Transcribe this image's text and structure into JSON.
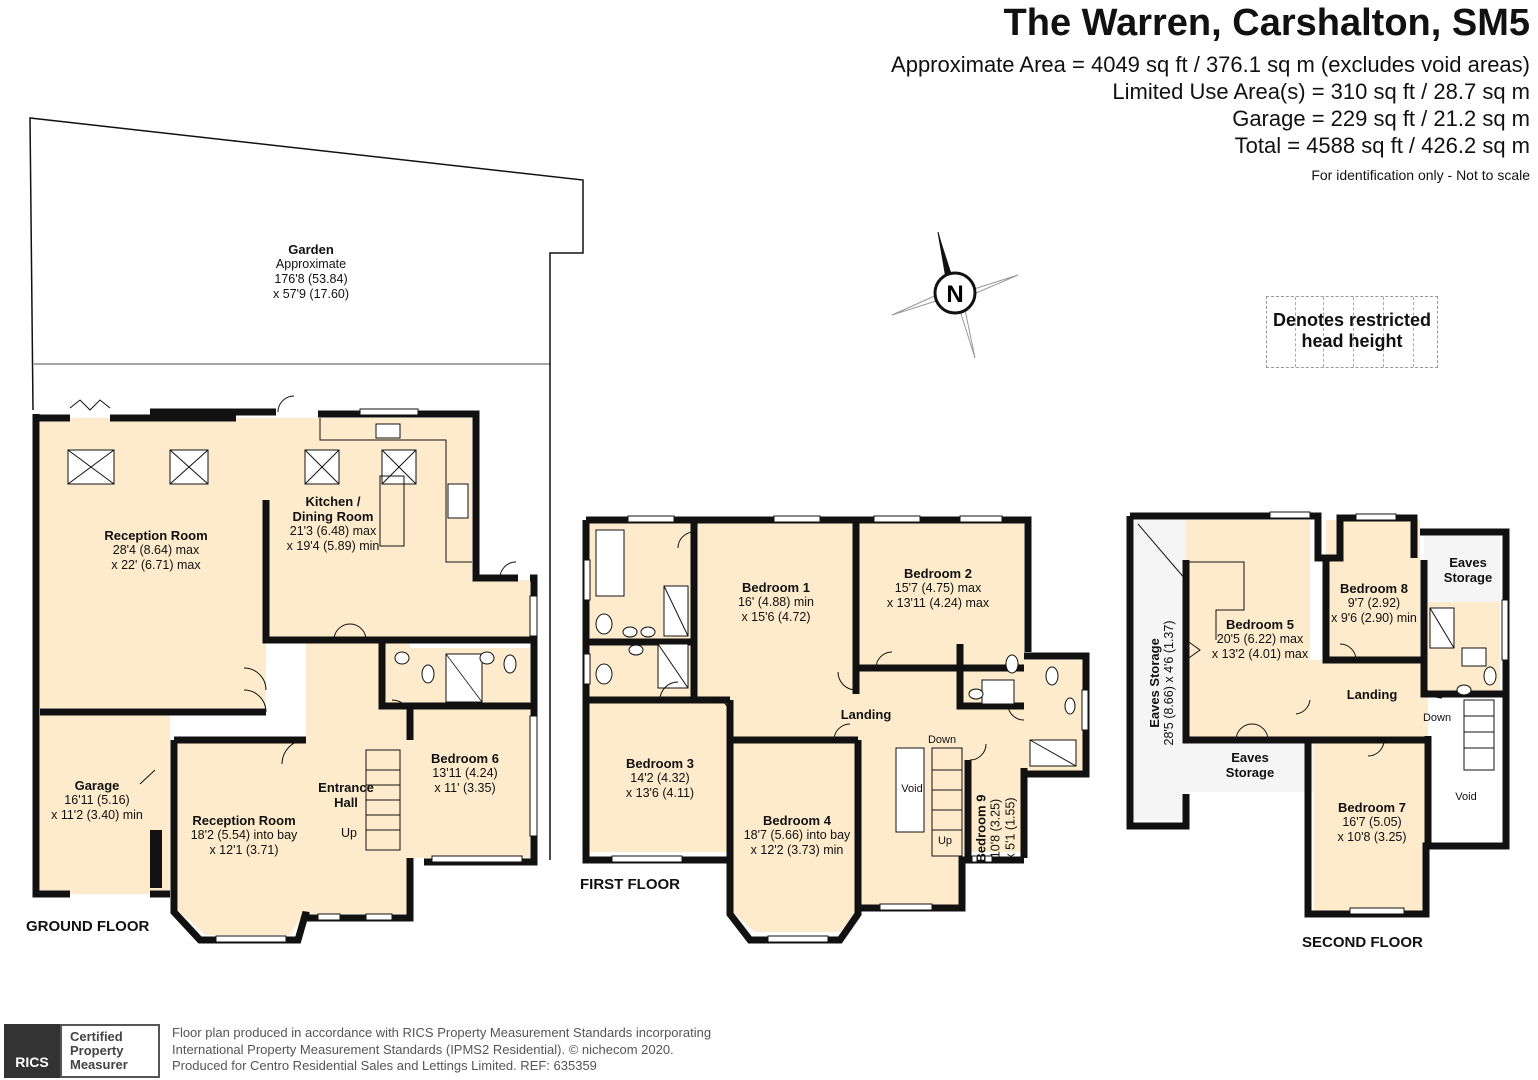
{
  "header": {
    "title": "The Warren, Carshalton, SM5",
    "area_lines": [
      "Approximate Area = 4049 sq ft / 376.1 sq m (excludes void areas)",
      "Limited Use Area(s) = 310 sq ft / 28.7 sq m",
      "Garage = 229 sq ft / 21.2 sq m",
      "Total = 4588 sq ft / 426.2 sq m"
    ],
    "disclaimer": "For identification only - Not to scale"
  },
  "legend": {
    "line1": "Denotes restricted",
    "line2": "head height"
  },
  "compass": {
    "label": "N"
  },
  "floors": {
    "ground": "GROUND FLOOR",
    "first": "FIRST FLOOR",
    "second": "SECOND FLOOR"
  },
  "rooms": {
    "garden": {
      "name": "Garden",
      "l1": "Approximate",
      "l2": "176'8 (53.84)",
      "l3": "x 57'9 (17.60)"
    },
    "reception1": {
      "name": "Reception Room",
      "l1": "28'4 (8.64) max",
      "l2": "x 22' (6.71) max"
    },
    "kitchen": {
      "name1": "Kitchen /",
      "name2": "Dining Room",
      "l1": "21'3 (6.48) max",
      "l2": "x 19'4 (5.89) min"
    },
    "garage": {
      "name": "Garage",
      "l1": "16'11 (5.16)",
      "l2": "x 11'2 (3.40) min"
    },
    "reception2": {
      "name": "Reception Room",
      "l1": "18'2 (5.54) into bay",
      "l2": "x 12'1 (3.71)"
    },
    "entrance": {
      "name1": "Entrance",
      "name2": "Hall",
      "up": "Up"
    },
    "bedroom6": {
      "name": "Bedroom 6",
      "l1": "13'11 (4.24)",
      "l2": "x 11' (3.35)"
    },
    "bedroom1": {
      "name": "Bedroom 1",
      "l1": "16' (4.88) min",
      "l2": "x 15'6 (4.72)"
    },
    "bedroom2": {
      "name": "Bedroom 2",
      "l1": "15'7 (4.75) max",
      "l2": "x 13'11 (4.24) max"
    },
    "bedroom3": {
      "name": "Bedroom 3",
      "l1": "14'2 (4.32)",
      "l2": "x 13'6 (4.11)"
    },
    "bedroom4": {
      "name": "Bedroom 4",
      "l1": "18'7 (5.66) into bay",
      "l2": "x 12'2 (3.73) min"
    },
    "landing1": {
      "name": "Landing",
      "down": "Down",
      "up": "Up",
      "void": "Void"
    },
    "bedroom9": {
      "name": "Bedroom 9",
      "l1": "10'8 (3.25)",
      "l2": "x 5'1 (1.55)"
    },
    "eaves1": {
      "name": "Eaves Storage",
      "l1": "28'5 (8.66) x 4'6 (1.37)"
    },
    "bedroom5": {
      "name": "Bedroom 5",
      "l1": "20'5 (6.22) max",
      "l2": "x 13'2 (4.01) max"
    },
    "bedroom8": {
      "name": "Bedroom 8",
      "l1": "9'7 (2.92)",
      "l2": "x 9'6 (2.90) min"
    },
    "eaves2": {
      "name1": "Eaves",
      "name2": "Storage"
    },
    "eaves3": {
      "name1": "Eaves",
      "name2": "Storage"
    },
    "landing2": {
      "name": "Landing",
      "down": "Down"
    },
    "bedroom7": {
      "name": "Bedroom 7",
      "l1": "16'7 (5.05)",
      "l2": "x 10'8 (3.25)"
    },
    "void2": {
      "name": "Void"
    }
  },
  "footer": {
    "line1": "Floor plan produced in accordance with RICS Property Measurement Standards incorporating",
    "line2": "International Property Measurement Standards (IPMS2 Residential).  © nichecom 2020.",
    "line3": "Produced for Centro Residential Sales and Lettings Limited.   REF:  635359",
    "badge_logo": "RICS",
    "badge_l1": "Certified",
    "badge_l2": "Property",
    "badge_l3": "Measurer"
  },
  "colors": {
    "wall": "#111111",
    "room_fill": "#fdebcc",
    "restricted_fill": "#f5f5f5"
  }
}
